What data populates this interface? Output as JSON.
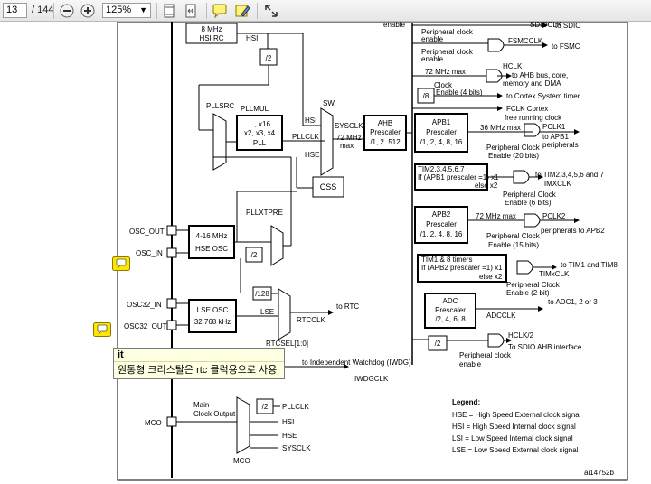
{
  "toolbar": {
    "page_current": "13",
    "page_total": "/ 144",
    "zoom": "125%",
    "icons": [
      "zoom-out-icon",
      "zoom-in-icon",
      "fit-page-icon",
      "fit-width-icon",
      "comment-icon",
      "highlight-icon",
      "fullscreen-icon"
    ]
  },
  "annotation": {
    "title": "it",
    "body": "원통형 크리스탈은 rtc 클럭용으로 사용"
  },
  "diagram": {
    "top": {
      "enable": "enable",
      "sdio_clk": "SDIOCLK",
      "to_sdio": "to SDIO",
      "per_clk_enable_1a": "Peripheral clock",
      "per_clk_enable_1b": "enable",
      "hsi_rc_1": "8 MHz",
      "hsi_rc_2": "HSI RC",
      "hsi": "HSI",
      "fsmc_clk": "FSMCCLK",
      "to_fsmc": "to FSMC",
      "per_clk_enable_2a": "Peripheral clock",
      "per_clk_enable_2b": "enable",
      "div2_top": "/2",
      "max72_1": "72 MHz max",
      "hclk": "HCLK",
      "hclk_desc1": "to AHB bus, core,",
      "hclk_desc2": "memory and DMA",
      "clock_enable_4": "Clock",
      "clock_enable_4b": "Enable (4 bits)",
      "div8": "/8",
      "to_cortex_timer": "to Cortex System timer",
      "fclk": "FCLK Cortex",
      "fclk_desc": "free running clock"
    },
    "pll": {
      "pllsrc": "PLLSRC",
      "pllmul": "PLLMUL",
      "pll_1": "..., x16",
      "pll_2": "x2, x3, x4",
      "pll_3": "PLL",
      "pllclk": "PLLCLK",
      "sw": "SW",
      "hsi_sw": "HSI",
      "hse_sw": "HSE",
      "sysclk": "SYSCLK",
      "max72": "72 MHz",
      "max": "max",
      "css": "CSS",
      "pllxtpre": "PLLXTPRE",
      "div2_pll": "/2"
    },
    "ahb": {
      "line1": "AHB",
      "line2": "Prescaler",
      "line3": "/1, 2..512"
    },
    "apb1": {
      "line1": "APB1",
      "line2": "Prescaler",
      "line3": "/1, 2, 4, 8, 16",
      "max36": "36 MHz max",
      "pclk1": "PCLK1",
      "to_apb1": "to APB1",
      "peripherals": "peripherals",
      "enable_20a": "Peripheral Clock",
      "enable_20b": "Enable (20 bits)",
      "tim_line1": "TIM2,3,4,5,6,7",
      "tim_line2": "If (APB1 prescaler =1) x1",
      "tim_line3": "else  x2",
      "to_tim": "to TIM2,3,4,5,6 and 7",
      "timxclk": "TIMXCLK",
      "enable_6a": "Peripheral Clock",
      "enable_6b": "Enable (6 bits)"
    },
    "apb2": {
      "line1": "APB2",
      "line2": "Prescaler",
      "line3": "/1, 2, 4, 8, 16",
      "max72": "72 MHz max",
      "pclk2": "PCLK2",
      "to_apb2": "peripherals to APB2",
      "enable_15a": "Peripheral Clock",
      "enable_15b": "Enable (15 bits)",
      "tim_line1": "TIM1 & 8 timers",
      "tim_line2": "If (APB2 prescaler =1) x1",
      "tim_line3": "else x2",
      "to_tim18": "to TIM1 and TIM8",
      "timxclk": "TIMxCLK",
      "enable_2a": "Peripheral Clock",
      "enable_2b": "Enable (2 bit)"
    },
    "adc": {
      "line1": "ADC",
      "line2": "Prescaler",
      "line3": "/2, 4, 6, 8",
      "to_adc": "to ADC1, 2 or 3",
      "adcclk": "ADCCLK"
    },
    "sdio_ahb": {
      "div2": "/2",
      "hclk2": "HCLK/2",
      "to_sdio_ahb": "To SDIO AHB interface",
      "enable_a": "Peripheral clock",
      "enable_b": "enable"
    },
    "osc": {
      "osc_out": "OSC_OUT",
      "osc_in": "OSC_IN",
      "hse_1": "4-16 MHz",
      "hse_2": "HSE OSC",
      "div2_hse": "/2",
      "div128": "/128",
      "osc32_in": "OSC32_IN",
      "osc32_out": "OSC32_OUT",
      "lse_1": "LSE OSC",
      "lse_2": "32.768 kHz",
      "lse": "LSE",
      "to_rtc": "to RTC",
      "rtcclk": "RTCCLK",
      "rtcsel": "RTCSEL[1:0]",
      "to_iwdg": "to Independent Watchdog (IWDG)",
      "iwdgclk": "IWDGCLK"
    },
    "mco": {
      "main_1": "Main",
      "main_2": "Clock Output",
      "mco": "MCO",
      "mco_label": "MCO",
      "div2": "/2",
      "pllclk": "PLLCLK",
      "hsi": "HSI",
      "hse": "HSE",
      "sysclk": "SYSCLK"
    },
    "legend": {
      "title": "Legend:",
      "hse": "HSE = High Speed External clock signal",
      "hsi": "HSI = High Speed Internal clock signal",
      "lsi": "LSI = Low Speed Internal clock signal",
      "lse": "LSE = Low Speed External clock signal"
    },
    "ref": "ai14752b"
  },
  "colors": {
    "note_yellow": "#ffe600",
    "toolbar_bg": "#ececec",
    "popup_bg": "#ffffe1"
  }
}
